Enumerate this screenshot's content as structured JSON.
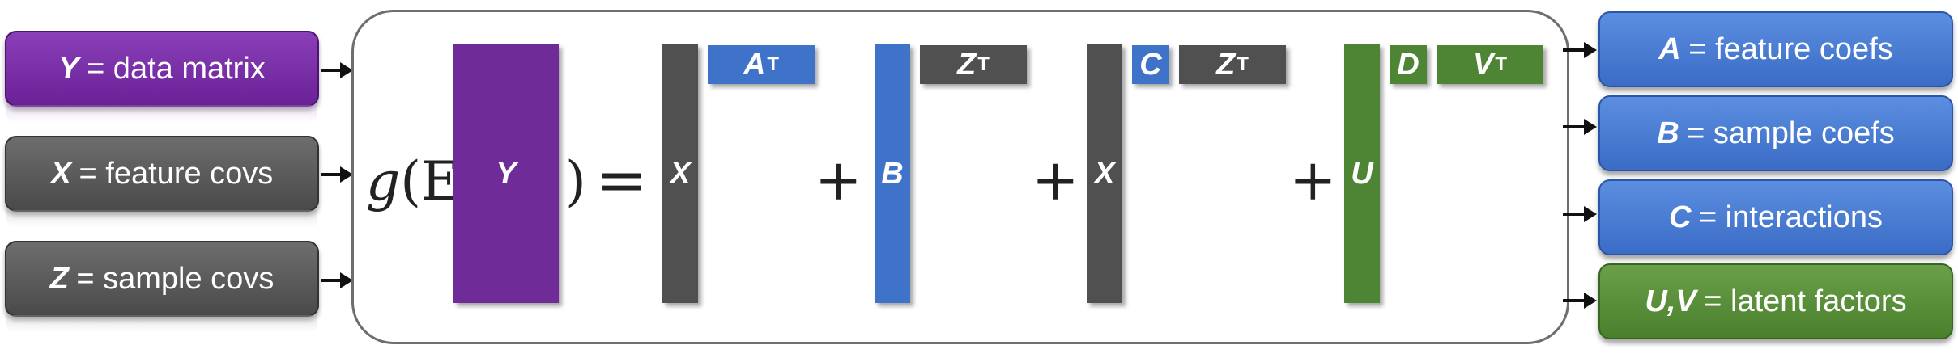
{
  "inputs": [
    {
      "var": "Y",
      "text": "= data matrix"
    },
    {
      "var": "X",
      "text": "= feature covs"
    },
    {
      "var": "Z",
      "text": "= sample covs"
    }
  ],
  "outputs": [
    {
      "var": "A",
      "text": "= feature coefs"
    },
    {
      "var": "B",
      "text": "= sample coefs"
    },
    {
      "var": "C",
      "text": "= interactions"
    },
    {
      "var": "U,V",
      "text": "= latent factors"
    }
  ],
  "equation": {
    "g": "g",
    "open": "(E",
    "close": ")",
    "equals": "=",
    "plus": "+",
    "Y": "Y",
    "X": "X",
    "B": "B",
    "U": "U",
    "A": "A",
    "Z": "Z",
    "C": "C",
    "D": "D",
    "V": "V",
    "T": "T"
  },
  "colors": {
    "purple": "#6f2c98",
    "gray": "#505050",
    "blue": "#3f73c9",
    "green": "#4e8534"
  }
}
